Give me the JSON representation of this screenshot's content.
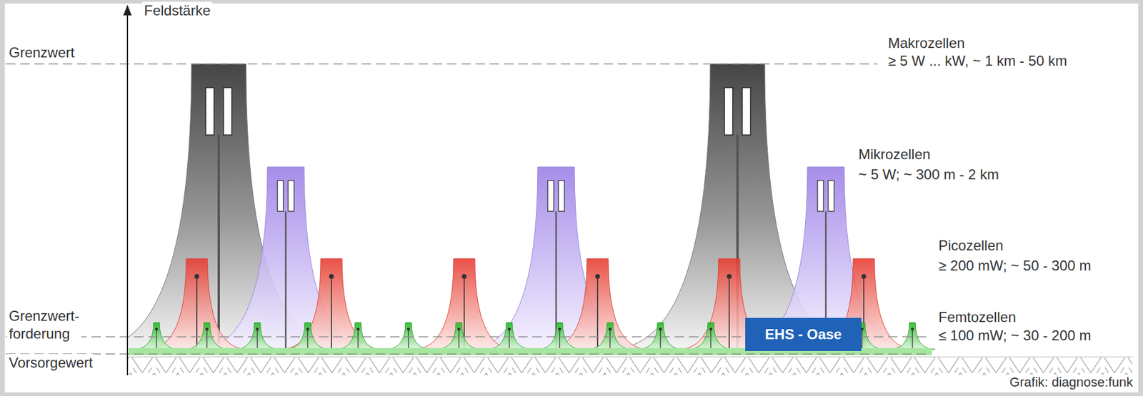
{
  "diagram": {
    "nodes": [
      {
        "text": [
          "EHS - Oase"
        ]
      }
    ],
    "labels": [
      "Feldstärke",
      "Grenzwert",
      "Makrozellen",
      "≥ 5 W ... kW, ~ 1 km - 50 km",
      "Mikrozellen",
      "~ 5 W; ~ 300 m - 2 km",
      "Picozellen",
      "≥ 200 mW; ~ 50 - 300 m",
      "Grenzwert- forderung",
      "Femtozellen",
      "≤ 100 mW; ~ 30 - 200 m",
      "Vorsorgewert",
      "Grafik: diagnose:funk"
    ]
  }
}
